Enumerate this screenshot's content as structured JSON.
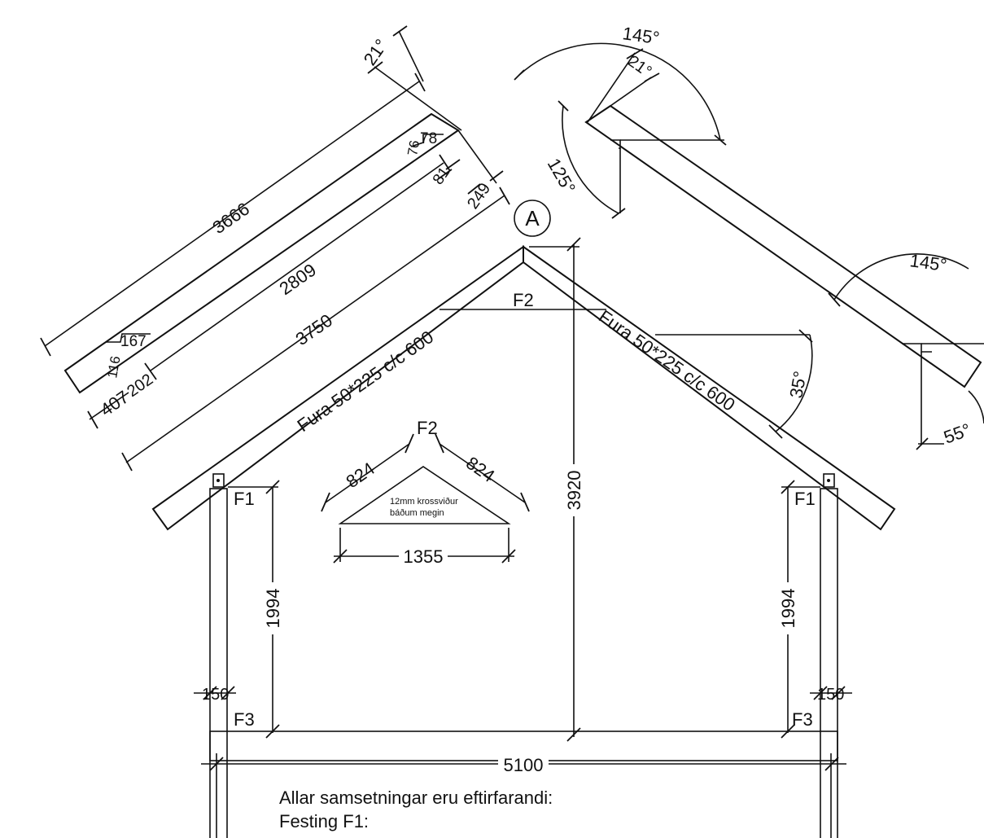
{
  "drawing": {
    "marker": "A",
    "rafter_labels": [
      "Fura 50*225 c/c 600",
      "Fura 50*225 c/c 600"
    ],
    "connector_labels": {
      "f1_left": "F1",
      "f1_right": "F1",
      "f2_top": "F2",
      "f2_gusset": "F2",
      "f3_left": "F3",
      "f3_right": "F3"
    },
    "gusset_note": [
      "12mm krossviður",
      "báðum megin"
    ],
    "dimensions": {
      "rafter_top": "3666",
      "rafter_mid": "2809",
      "rafter_bottom": "3750",
      "angle_21": "21°",
      "small_76": "76",
      "small_78": "78",
      "small_81": "81",
      "small_249": "249",
      "small_116": "116",
      "small_167": "167",
      "small_407": "407",
      "small_202": "202",
      "angle_145_top": "145°",
      "angle_21_top": "21°",
      "angle_125": "125°",
      "angle_145_right": "145°",
      "angle_35": "35°",
      "angle_55": "55°",
      "gusset_left": "824",
      "gusset_right": "824",
      "gusset_base": "1355",
      "height_total": "3920",
      "wall_left": "1994",
      "wall_right": "1994",
      "post_left": "150",
      "post_right": "150",
      "span": "5100"
    }
  },
  "notes": {
    "line1": "Allar samsetningar eru eftirfarandi:",
    "line2": "Festing F1:"
  }
}
